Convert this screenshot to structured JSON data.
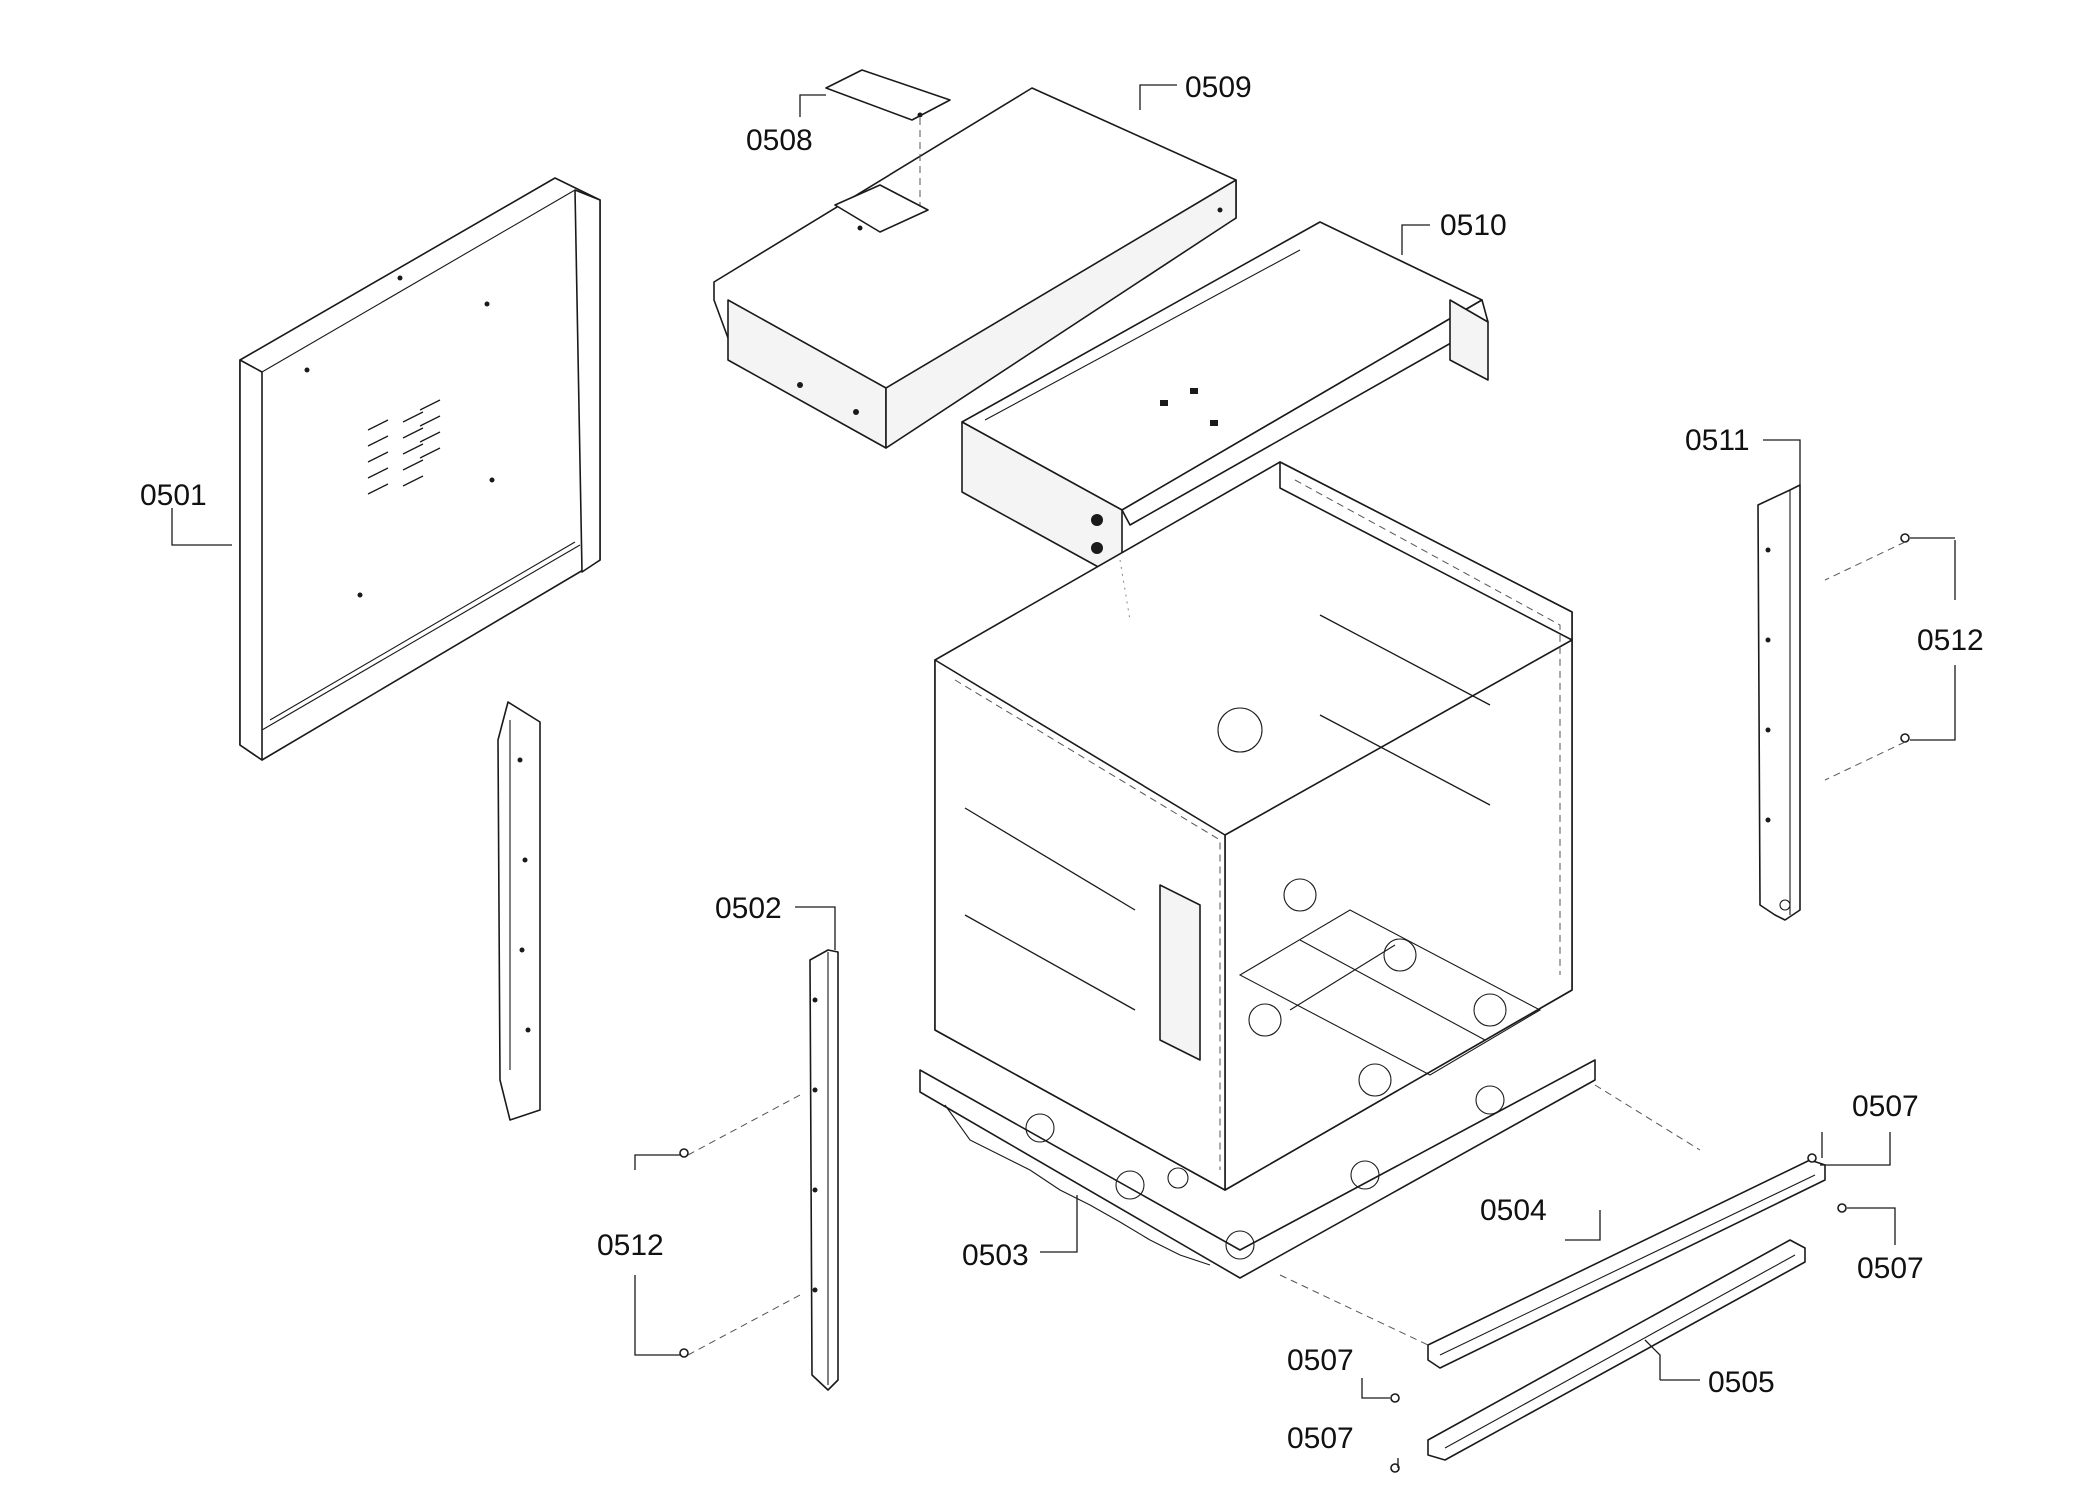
{
  "callouts": {
    "c0501": "0501",
    "c0502": "0502",
    "c0503": "0503",
    "c0504": "0504",
    "c0505": "0505",
    "c0507_right_top": "0507",
    "c0507_right_bottom": "0507",
    "c0507_left_top": "0507",
    "c0507_left_bottom": "0507",
    "c0508": "0508",
    "c0509": "0509",
    "c0510": "0510",
    "c0511": "0511",
    "c0512_right": "0512",
    "c0512_left": "0512"
  }
}
